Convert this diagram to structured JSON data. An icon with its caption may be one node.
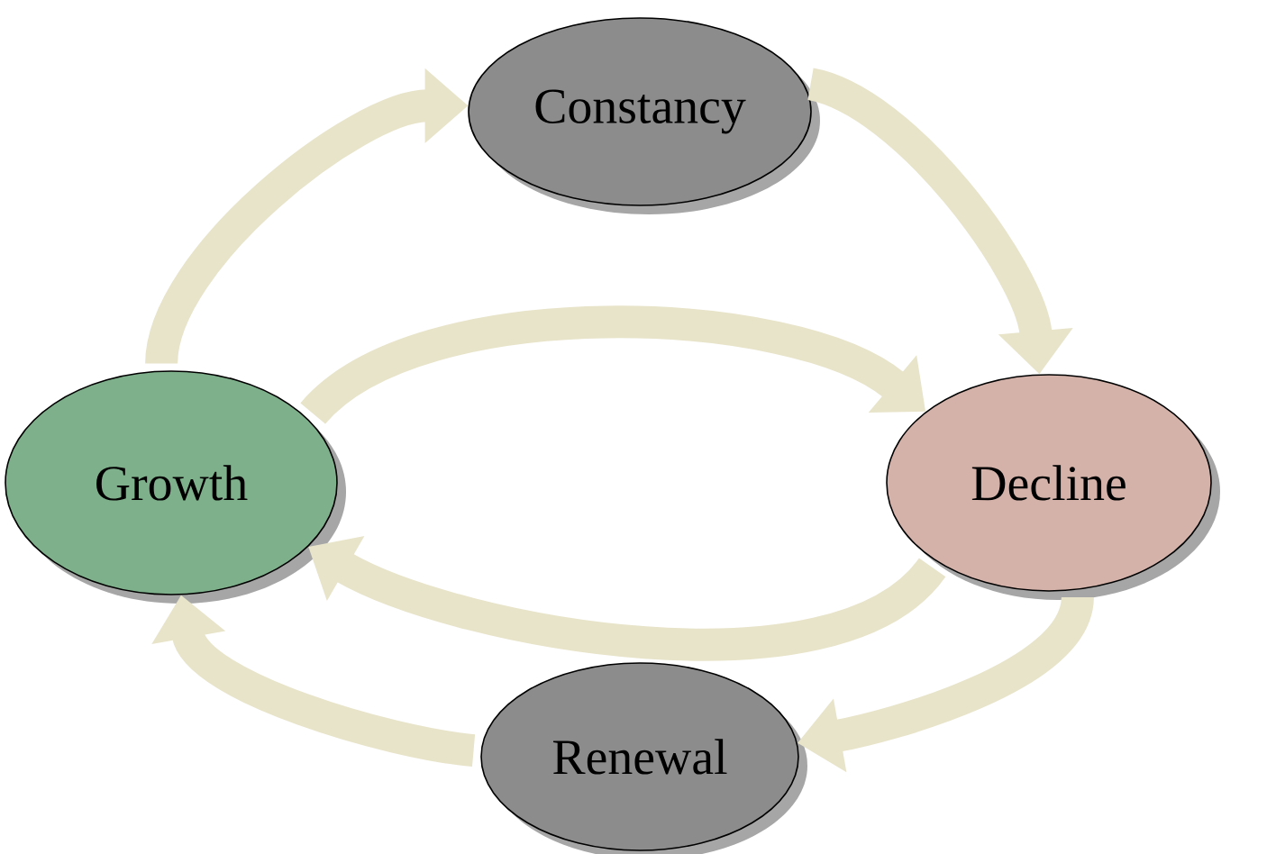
{
  "diagram": {
    "nodes": [
      {
        "text": [
          "Constancy"
        ]
      },
      {
        "text": [
          "Growth"
        ]
      },
      {
        "text": [
          "Decline"
        ]
      },
      {
        "text": [
          "Renewal"
        ]
      }
    ],
    "edges": [
      {
        "from": 1,
        "to": 0,
        "arrow": "to"
      },
      {
        "from": 0,
        "to": 2,
        "arrow": "to"
      },
      {
        "from": 2,
        "to": 3,
        "arrow": "to"
      },
      {
        "from": 3,
        "to": 1,
        "arrow": "to"
      },
      {
        "from": 1,
        "to": 2,
        "arrow": "to"
      },
      {
        "from": 2,
        "to": 1,
        "arrow": "to"
      }
    ]
  }
}
